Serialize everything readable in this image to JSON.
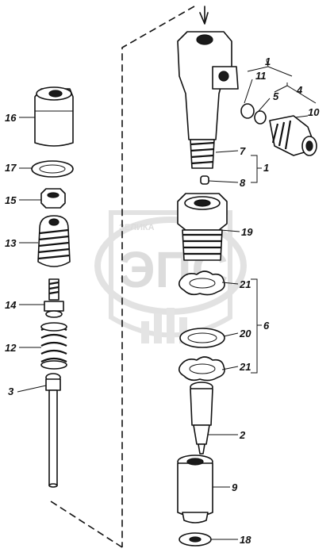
{
  "watermark": {
    "brand": "ЭПС",
    "site": "ЗЕЛИКА"
  },
  "callouts": [
    {
      "id": "c16",
      "label": "16"
    },
    {
      "id": "c17",
      "label": "17"
    },
    {
      "id": "c15",
      "label": "15"
    },
    {
      "id": "c13",
      "label": "13"
    },
    {
      "id": "c14",
      "label": "14"
    },
    {
      "id": "c12",
      "label": "12"
    },
    {
      "id": "c3",
      "label": "3"
    },
    {
      "id": "c1a",
      "label": "1"
    },
    {
      "id": "c11",
      "label": "11"
    },
    {
      "id": "c4",
      "label": "4"
    },
    {
      "id": "c5",
      "label": "5"
    },
    {
      "id": "c10",
      "label": "10"
    },
    {
      "id": "c7",
      "label": "7"
    },
    {
      "id": "c1b",
      "label": "1"
    },
    {
      "id": "c8",
      "label": "8"
    },
    {
      "id": "c19",
      "label": "19"
    },
    {
      "id": "c21a",
      "label": "21"
    },
    {
      "id": "c6",
      "label": "6"
    },
    {
      "id": "c20",
      "label": "20"
    },
    {
      "id": "c21b",
      "label": "21"
    },
    {
      "id": "c2",
      "label": "2"
    },
    {
      "id": "c9",
      "label": "9"
    },
    {
      "id": "c18",
      "label": "18"
    }
  ]
}
